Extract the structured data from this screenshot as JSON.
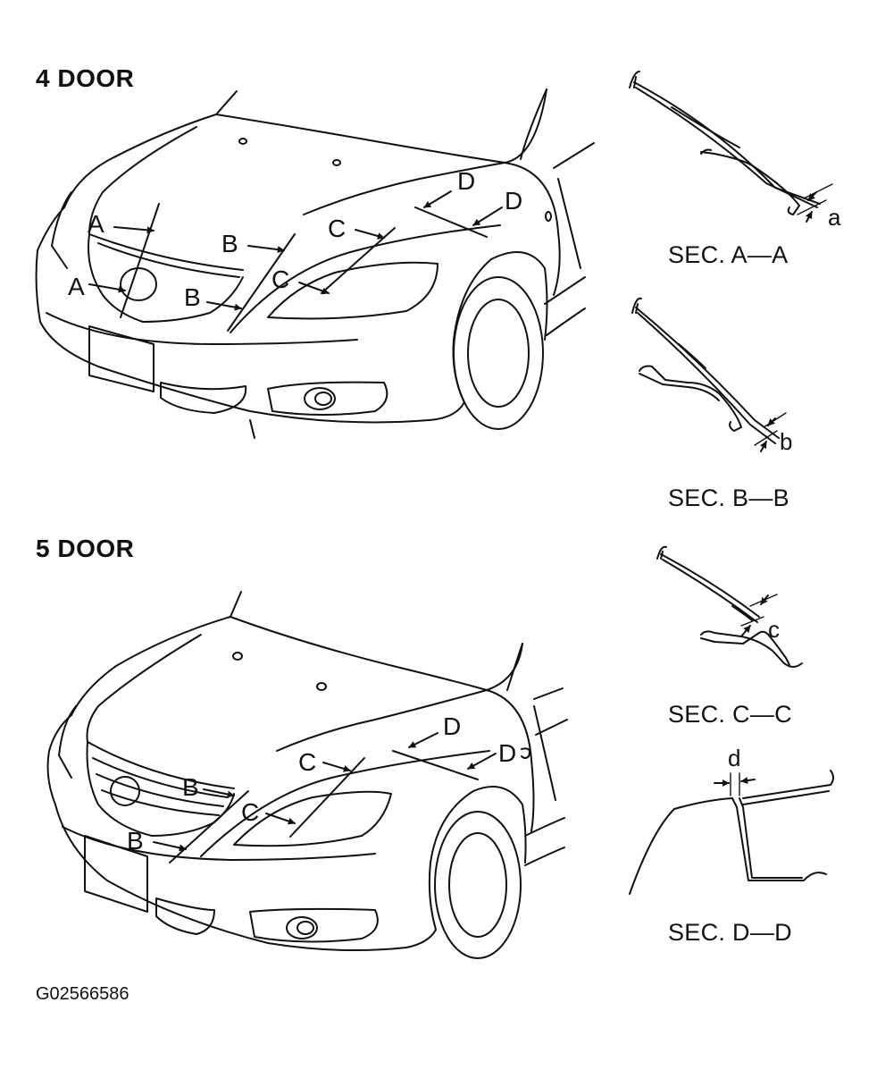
{
  "headings": {
    "four_door": "4 DOOR",
    "five_door": "5 DOOR"
  },
  "callouts": {
    "A": "A",
    "B": "B",
    "C": "C",
    "D": "D"
  },
  "sections": [
    {
      "id": "sec-a",
      "label": "SEC. A—A",
      "dimension": "a"
    },
    {
      "id": "sec-b",
      "label": "SEC. B—B",
      "dimension": "b"
    },
    {
      "id": "sec-c",
      "label": "SEC. C—C",
      "dimension": "c"
    },
    {
      "id": "sec-d",
      "label": "SEC. D—D",
      "dimension": "d"
    }
  ],
  "figure_id": "G02566586"
}
